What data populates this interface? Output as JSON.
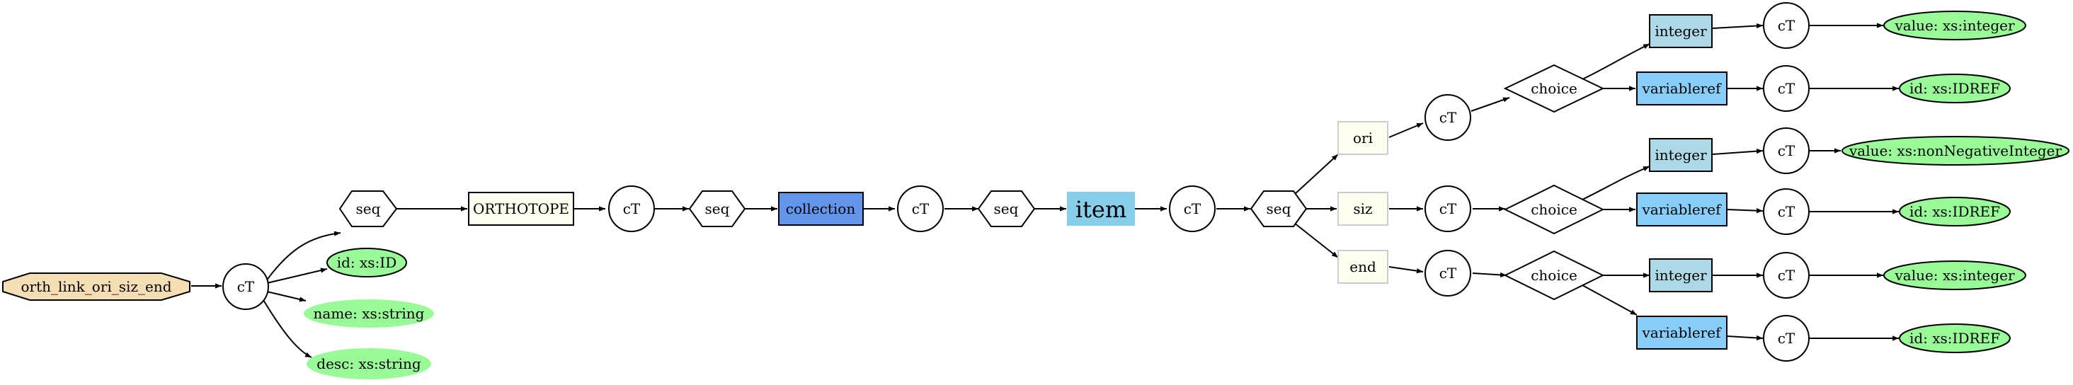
{
  "colors": {
    "root_fill": "#f5deb3",
    "attr_fill": "#98fb98",
    "element_fill": "#fffff0",
    "collection_fill": "#6495ed",
    "item_fill": "#87ceeb",
    "integer_fill": "#add8e6",
    "variableref_fill": "#87cefa",
    "stroke": "#000000"
  },
  "nodes": {
    "root": "orth_link_ori_siz_end",
    "ct_root": "cT",
    "attr_id": "id: xs:ID",
    "attr_name": "name: xs:string",
    "attr_desc": "desc: xs:string",
    "seq_1": "seq",
    "orthotope": "ORTHOTOPE",
    "ct_2": "cT",
    "seq_2": "seq",
    "collection": "collection",
    "ct_3": "cT",
    "seq_3": "seq",
    "item": "item",
    "ct_4": "cT",
    "seq_4": "seq",
    "ori": "ori",
    "siz": "siz",
    "end": "end",
    "ct_ori": "cT",
    "ct_siz": "cT",
    "ct_end": "cT",
    "choice_ori": "choice",
    "choice_siz": "choice",
    "choice_end": "choice",
    "int_ori": "integer",
    "var_ori": "variableref",
    "int_siz": "integer",
    "var_siz": "variableref",
    "int_end": "integer",
    "var_end": "variableref",
    "ct_int_ori": "cT",
    "ct_var_ori": "cT",
    "ct_int_siz": "cT",
    "ct_var_siz": "cT",
    "ct_int_end": "cT",
    "ct_var_end": "cT",
    "val_int_ori": "value: xs:integer",
    "id_var_ori": "id: xs:IDREF",
    "val_int_siz": "value: xs:nonNegativeInteger",
    "id_var_siz": "id: xs:IDREF",
    "val_int_end": "value: xs:integer",
    "id_var_end": "id: xs:IDREF"
  }
}
